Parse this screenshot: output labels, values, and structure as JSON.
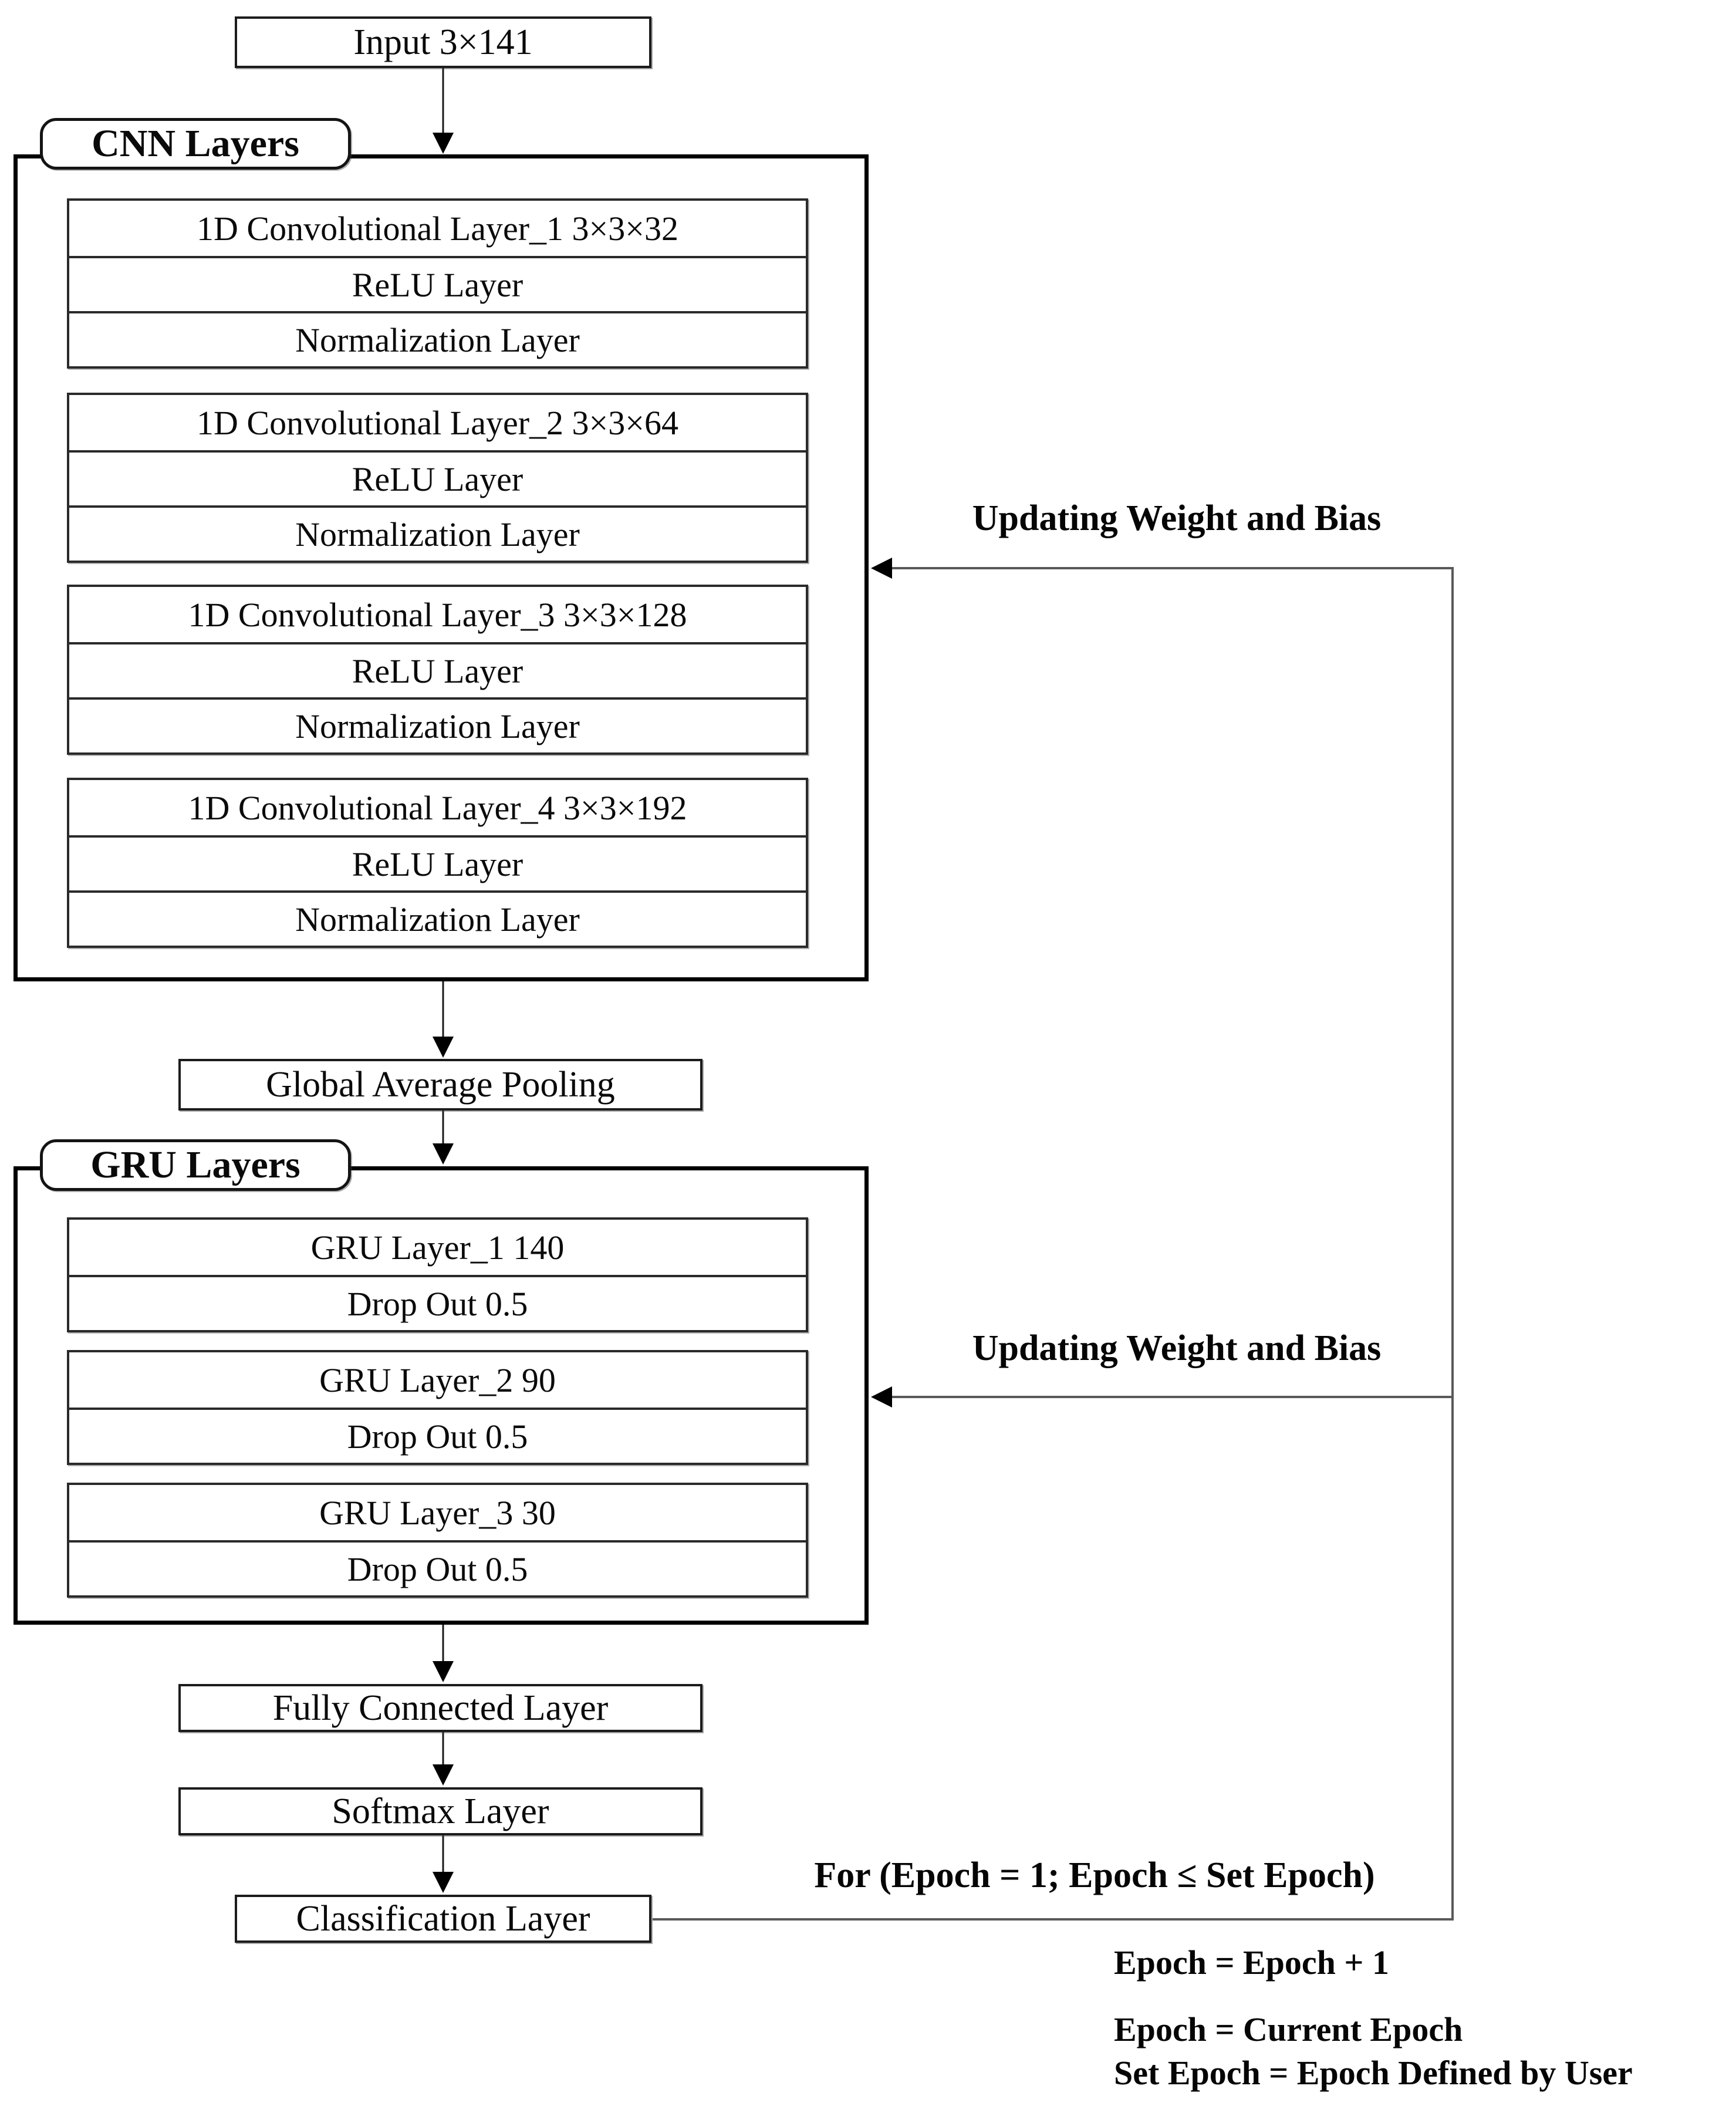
{
  "diagram": {
    "input_label": "Input 3×141",
    "cnn": {
      "tab_label": "CNN Layers",
      "groups": [
        {
          "title": "1D Convolutional Layer_1 3×3×32",
          "rows": [
            "ReLU Layer",
            "Normalization Layer"
          ]
        },
        {
          "title": "1D Convolutional Layer_2 3×3×64",
          "rows": [
            "ReLU Layer",
            "Normalization Layer"
          ]
        },
        {
          "title": "1D Convolutional Layer_3 3×3×128",
          "rows": [
            "ReLU Layer",
            "Normalization Layer"
          ]
        },
        {
          "title": "1D Convolutional Layer_4 3×3×192",
          "rows": [
            "ReLU Layer",
            "Normalization Layer"
          ]
        }
      ]
    },
    "global_average_pooling_label": "Global Average Pooling",
    "gru": {
      "tab_label": "GRU Layers",
      "groups": [
        {
          "title": "GRU Layer_1 140",
          "rows": [
            "Drop Out 0.5"
          ]
        },
        {
          "title": "GRU Layer_2 90",
          "rows": [
            "Drop Out 0.5"
          ]
        },
        {
          "title": "GRU Layer_3 30",
          "rows": [
            "Drop Out 0.5"
          ]
        }
      ]
    },
    "fully_connected_label": "Fully Connected Layer",
    "softmax_label": "Softmax Layer",
    "classification_label": "Classification Layer",
    "annotations": {
      "updating_top": "Updating Weight and Bias",
      "updating_bottom": "Updating Weight and Bias",
      "for_loop": "For (Epoch = 1; Epoch ≤ Set Epoch)",
      "epoch_increment": "Epoch = Epoch + 1",
      "epoch_current": "Epoch = Current Epoch",
      "set_epoch": "Set Epoch = Epoch Defined by User"
    },
    "colors": {
      "background": "#ffffff",
      "box_border": "#1c1c1c",
      "container_border": "#000000",
      "text": "#0a0a0a",
      "feedback_line_gray": "#595959",
      "arrowhead_black": "#000000"
    }
  }
}
